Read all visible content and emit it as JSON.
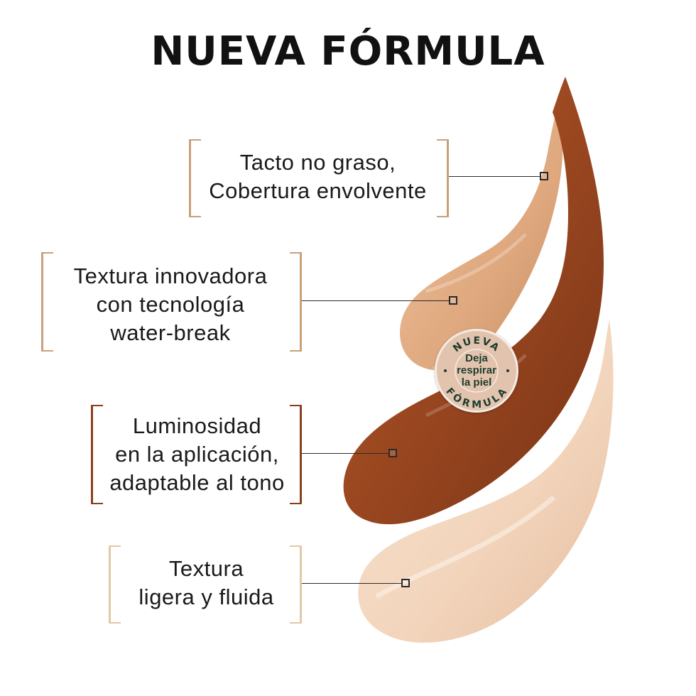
{
  "title": "NUEVA FÓRMULA",
  "callouts": [
    {
      "lines": [
        "Tacto no graso,",
        "Cobertura envolvente"
      ],
      "bracket_color": "#c9a07a"
    },
    {
      "lines": [
        "Textura innovadora",
        "con tecnología",
        "water-break"
      ],
      "bracket_color": "#c9a07a"
    },
    {
      "lines": [
        "Luminosidad",
        "en la aplicación,",
        "adaptable al tono"
      ],
      "bracket_color": "#8a3e1c"
    },
    {
      "lines": [
        "Textura",
        "ligera y fluida"
      ],
      "bracket_color": "#e2c8a8"
    }
  ],
  "badge": {
    "top_text": "NUEVA",
    "bottom_text": "FÓRMULA",
    "center_lines": [
      "Deja",
      "respirar",
      "la piel"
    ],
    "text_color": "#1c3d2e"
  },
  "colors": {
    "dark_swatch": "#9a4720",
    "medium_swatch": "#dfa87e",
    "light_swatch": "#f2d4bb"
  },
  "icons": [
    "callout-marker-icon"
  ]
}
